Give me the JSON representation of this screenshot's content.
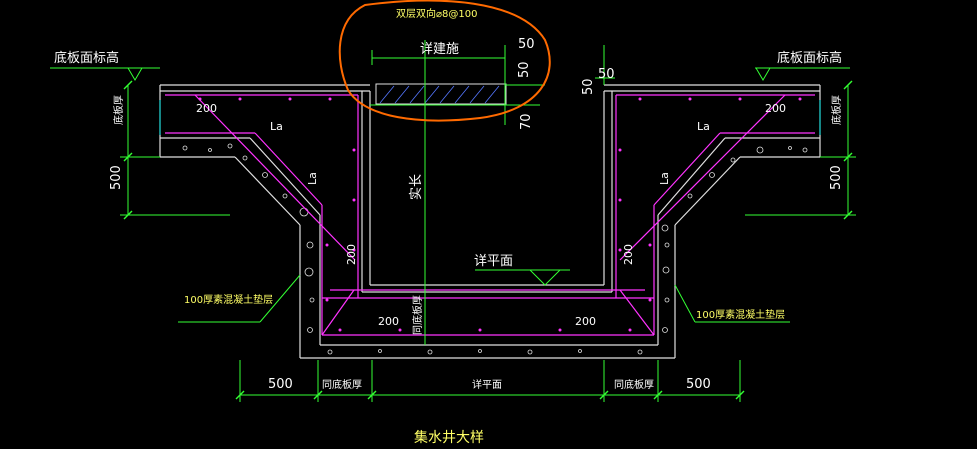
{
  "annotation": {
    "note_text": "双层双向⌀8@100"
  },
  "labels": {
    "top_left_elevation": "底板面标高",
    "top_right_elevation": "底板面标高",
    "detail_ref": "详建施",
    "long_dim": "实长",
    "pit_bottom": "详平面",
    "bottom_plate_thk": "同底板厚",
    "left_cushion": "100厚素混凝土垫层",
    "right_cushion": "100厚素混凝土垫层",
    "left_side_thk": "底板厚",
    "right_side_thk": "底板厚",
    "title": "集水井大样"
  },
  "dimensions": {
    "top_50_a": "50",
    "top_50_b": "50",
    "top_50_c": "50",
    "top_50_d": "50",
    "top_70": "70",
    "left_500": "500",
    "right_500": "500",
    "bottom_500_left": "500",
    "bottom_500_right": "500",
    "bottom_mid": "详平面",
    "bottom_wall_left": "同底板厚",
    "bottom_wall_right": "同底板厚"
  },
  "rebar_labels": {
    "left_200": "200",
    "right_200": "200",
    "left_La": "La",
    "right_La": "La",
    "left_slope_La": "La",
    "right_slope_La": "La",
    "left_wall_200": "200",
    "right_wall_200": "200",
    "bottom_left_200": "200",
    "bottom_right_200": "200"
  },
  "colors": {
    "concrete": "#e0e0e0",
    "rebar": "#ff33ff",
    "dimension": "#33ff33",
    "annotation_circle": "#ff6a00",
    "text": "#ffffff",
    "yellow_text": "#ffff66",
    "hatch": "#5577ff",
    "cyan_line": "#00e0e0"
  }
}
